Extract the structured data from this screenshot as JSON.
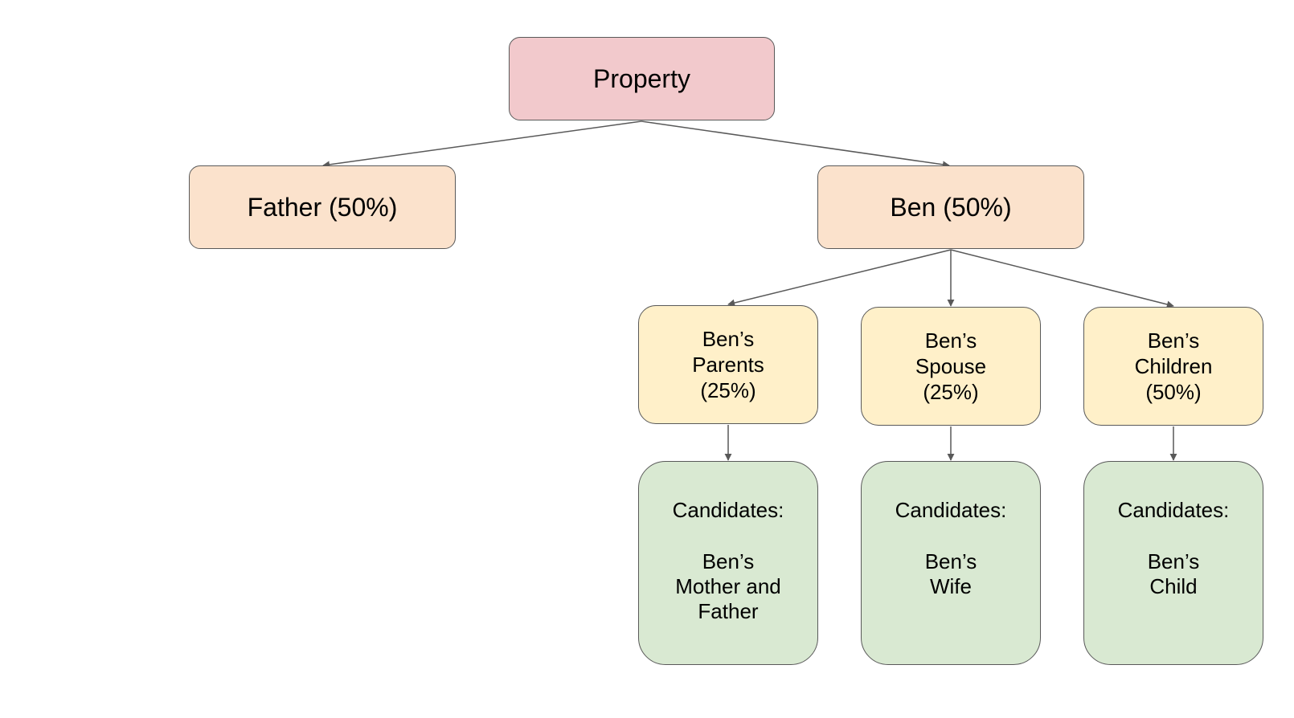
{
  "root": {
    "label": "Property"
  },
  "level1": {
    "father": "Father (50%)",
    "ben": "Ben (50%)"
  },
  "level2": {
    "parents": "Ben’s\nParents\n(25%)",
    "spouse": "Ben’s\nSpouse\n(25%)",
    "children": "Ben’s\nChildren\n(50%)"
  },
  "candidates": {
    "label": "Candidates:",
    "parents": "Ben’s\nMother and\nFather",
    "spouse": "Ben’s\nWife",
    "children": "Ben’s\nChild"
  },
  "colors": {
    "root_fill": "#f2c9cc",
    "level1_fill": "#fbe2cc",
    "level2_fill": "#fff0c9",
    "level3_fill": "#d9e9d2",
    "stroke": "#595959"
  }
}
